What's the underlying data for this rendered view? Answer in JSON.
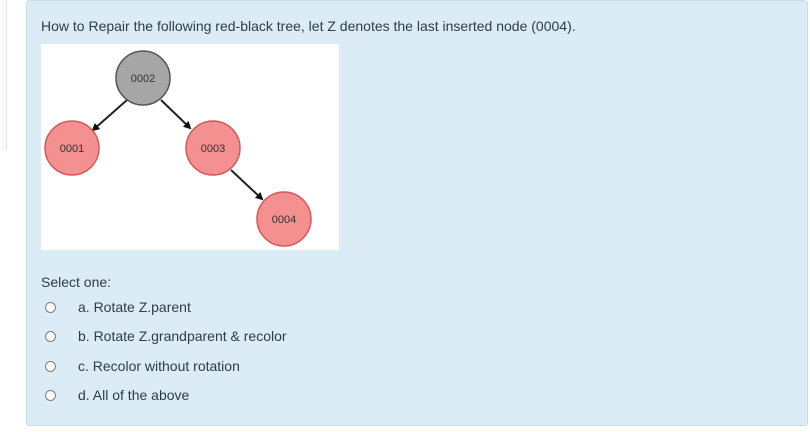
{
  "question": {
    "text": "How to Repair the following red-black tree, let Z denotes the last inserted node (0004)."
  },
  "tree": {
    "nodes": [
      {
        "id": "root",
        "label": "0002",
        "color": "gray"
      },
      {
        "id": "left",
        "label": "0001",
        "color": "red"
      },
      {
        "id": "right",
        "label": "0003",
        "color": "red"
      },
      {
        "id": "right-right",
        "label": "0004",
        "color": "red"
      }
    ],
    "colors": {
      "gray": "#a6a6a6",
      "red": "#f4908f",
      "outline": "#555555"
    }
  },
  "answers": {
    "prompt": "Select one:",
    "options": [
      {
        "label": "a. Rotate Z.parent",
        "selected": false
      },
      {
        "label": "b. Rotate Z.grandparent &  recolor",
        "selected": false
      },
      {
        "label": "c. Recolor without rotation",
        "selected": false
      },
      {
        "label": "d. All of the above",
        "selected": false
      }
    ]
  }
}
